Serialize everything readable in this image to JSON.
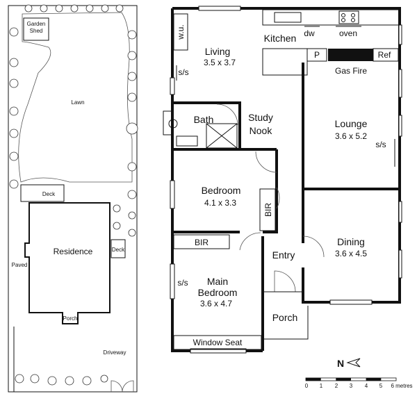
{
  "site": {
    "garden_shed": [
      "Garden",
      "Shed"
    ],
    "lawn": "Lawn",
    "deck_top": "Deck",
    "deck_side": "Deck",
    "residence": "Residence",
    "paved": "Paved",
    "porch": "Porch",
    "driveway": "Driveway"
  },
  "rooms": {
    "wu": "w.u.",
    "living": "Living",
    "living_size": "3.5 x 3.7",
    "kitchen": "Kitchen",
    "dw": "dw",
    "oven": "oven",
    "pantry": "P",
    "ref": "Ref",
    "gas_fire": "Gas Fire",
    "ss_living": "s/s",
    "bath": "Bath",
    "study": [
      "Study",
      "Nook"
    ],
    "lounge": "Lounge",
    "lounge_size": "3.6 x 5.2",
    "ss_lounge": "s/s",
    "bedroom": "Bedroom",
    "bedroom_size": "4.1 x 3.3",
    "bir_bedroom": "BIR",
    "bir_main": "BIR",
    "dining": "Dining",
    "dining_size": "3.6 x 4.5",
    "entry": "Entry",
    "main_bedroom": [
      "Main",
      "Bedroom"
    ],
    "main_bedroom_size": "3.6 x 4.7",
    "ss_main": "s/s",
    "porch": "Porch",
    "window_seat": "Window Seat"
  },
  "compass": {
    "label": "N"
  },
  "scale": {
    "ticks": [
      "0",
      "1",
      "2",
      "3",
      "4",
      "5",
      "6 metres"
    ]
  }
}
